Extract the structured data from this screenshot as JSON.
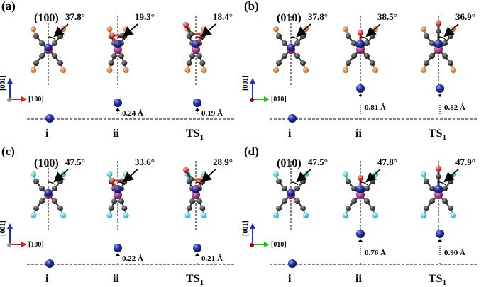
{
  "panels": [
    {
      "id": "a",
      "label": "(a)",
      "face": "(100)",
      "ligand": "Cl",
      "view": "100",
      "axis_vertical": "[001]",
      "axis_horizontal": "[100]",
      "angles": [
        "37.8°",
        "19.3°",
        "18.4°"
      ],
      "distances": [
        "0.24 Å",
        "0.19 Å"
      ],
      "states": [
        "i",
        "ii",
        "TS"
      ],
      "ts_sub": "1"
    },
    {
      "id": "b",
      "label": "(b)",
      "face": "(010)",
      "ligand": "Cl",
      "view": "010",
      "axis_vertical": "[001]",
      "axis_horizontal": "[010]",
      "angles": [
        "37.8°",
        "38.5°",
        "36.9°"
      ],
      "distances": [
        "0.81 Å",
        "0.82 Å"
      ],
      "states": [
        "i",
        "ii",
        "TS"
      ],
      "ts_sub": "1"
    },
    {
      "id": "c",
      "label": "(c)",
      "face": "(100)",
      "ligand": "H",
      "view": "100",
      "axis_vertical": "[001]",
      "axis_horizontal": "[100]",
      "angles": [
        "47.5°",
        "33.6°",
        "28.9°"
      ],
      "distances": [
        "0.22 Å",
        "0.21 Å"
      ],
      "states": [
        "i",
        "ii",
        "TS"
      ],
      "ts_sub": "1"
    },
    {
      "id": "d",
      "label": "(d)",
      "face": "(010)",
      "ligand": "H",
      "view": "010",
      "axis_vertical": "[001]",
      "axis_horizontal": "[010]",
      "angles": [
        "47.5°",
        "47.8°",
        "47.9°"
      ],
      "distances": [
        "0.76 Å",
        "0.90 Å"
      ],
      "states": [
        "i",
        "ii",
        "TS"
      ],
      "ts_sub": "1"
    }
  ],
  "colors": {
    "fe_atom": "#1f2a8c",
    "metal_center": "#b02a8a",
    "carbon": "#3a3a3a",
    "chlorine": "#e8873c",
    "hydrogen": "#2fd4e0",
    "oxygen": "#e02020",
    "axis_red": "#e02020",
    "axis_green": "#20c020",
    "axis_blue": "#2030d0"
  }
}
